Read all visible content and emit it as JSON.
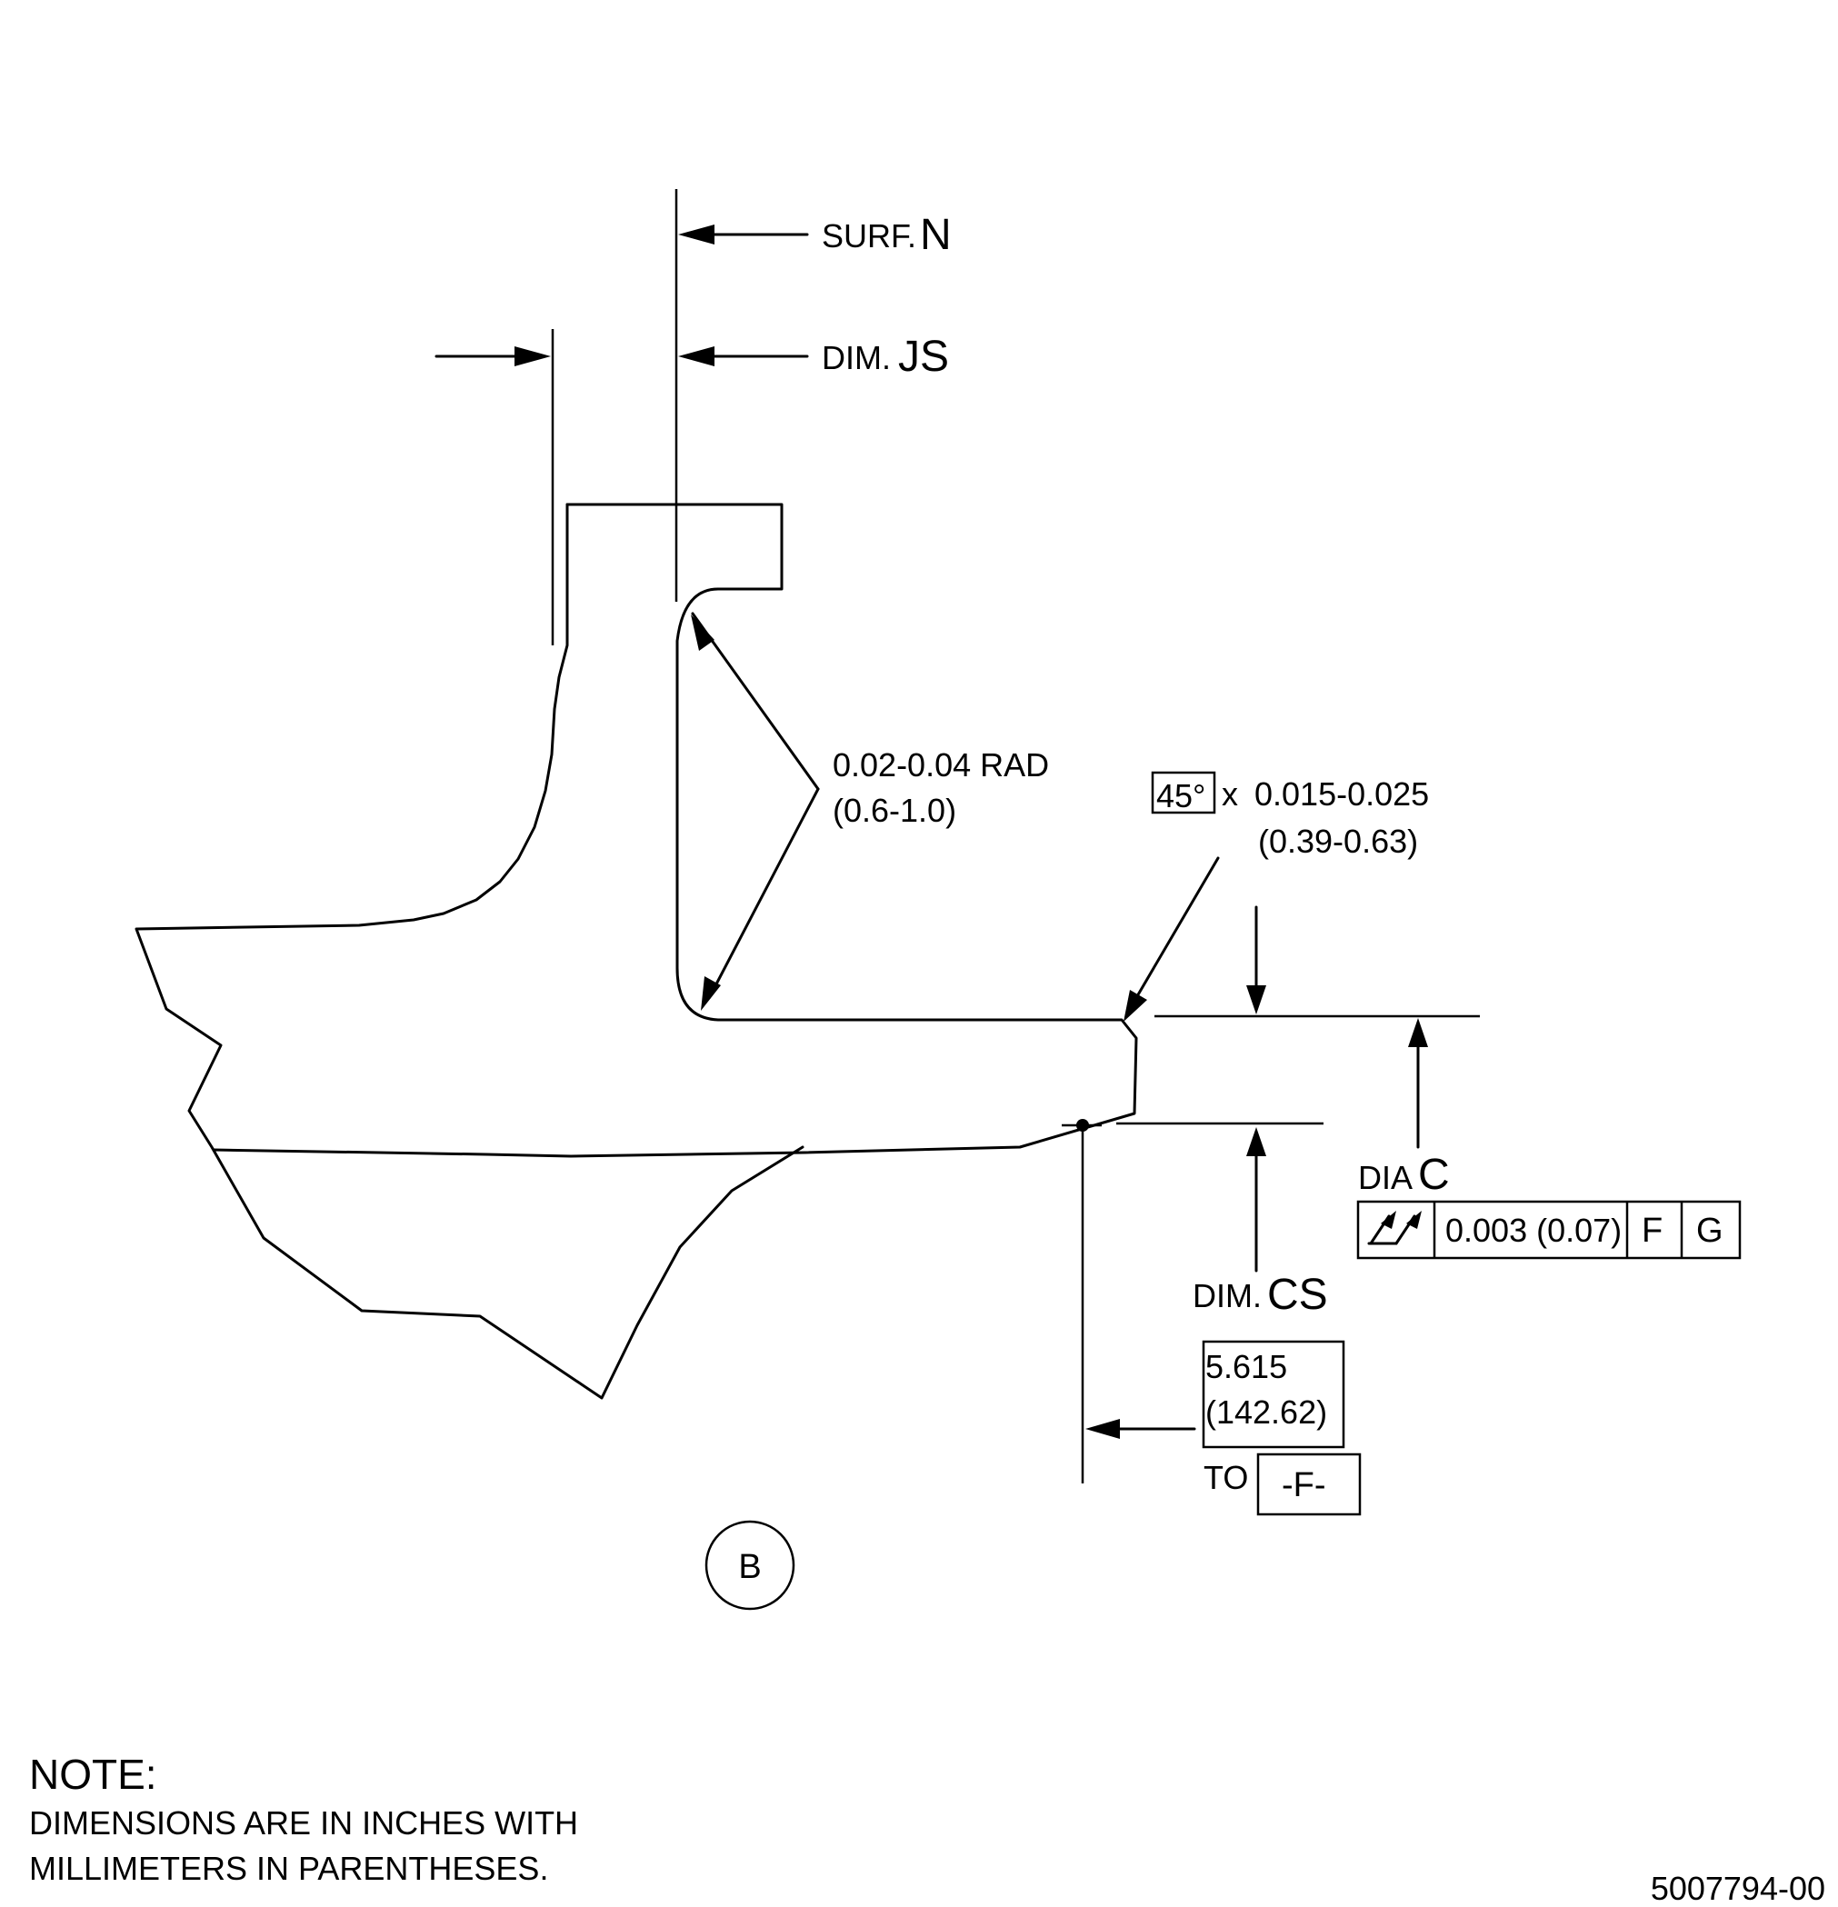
{
  "view_label": "B",
  "surface_callout": {
    "prefix": "SURF.",
    "letter": "N"
  },
  "dim_js": {
    "prefix": "DIM.",
    "letter": "JS"
  },
  "radius_callout": {
    "line1": "0.02-0.04 RAD",
    "line2": "(0.6-1.0)"
  },
  "chamfer_callout": {
    "angle": "45°",
    "times": "x",
    "line1": "0.015-0.025",
    "line2": "(0.39-0.63)"
  },
  "dia_c": {
    "prefix": "DIA",
    "letter": "C"
  },
  "feature_control_frame": {
    "symbol": "total-runout-icon",
    "tolerance": "0.003 (0.07)",
    "datum_1": "F",
    "datum_2": "G"
  },
  "dim_cs": {
    "prefix": "DIM.",
    "letter": "CS"
  },
  "basic_dimension": {
    "line1": "5.615",
    "line2": "(142.62)",
    "to_label": "TO",
    "datum": "-F-"
  },
  "note": {
    "title": "NOTE:",
    "line1": "DIMENSIONS ARE IN INCHES WITH",
    "line2": "MILLIMETERS IN PARENTHESES."
  },
  "drawing_number": "5007794-00"
}
